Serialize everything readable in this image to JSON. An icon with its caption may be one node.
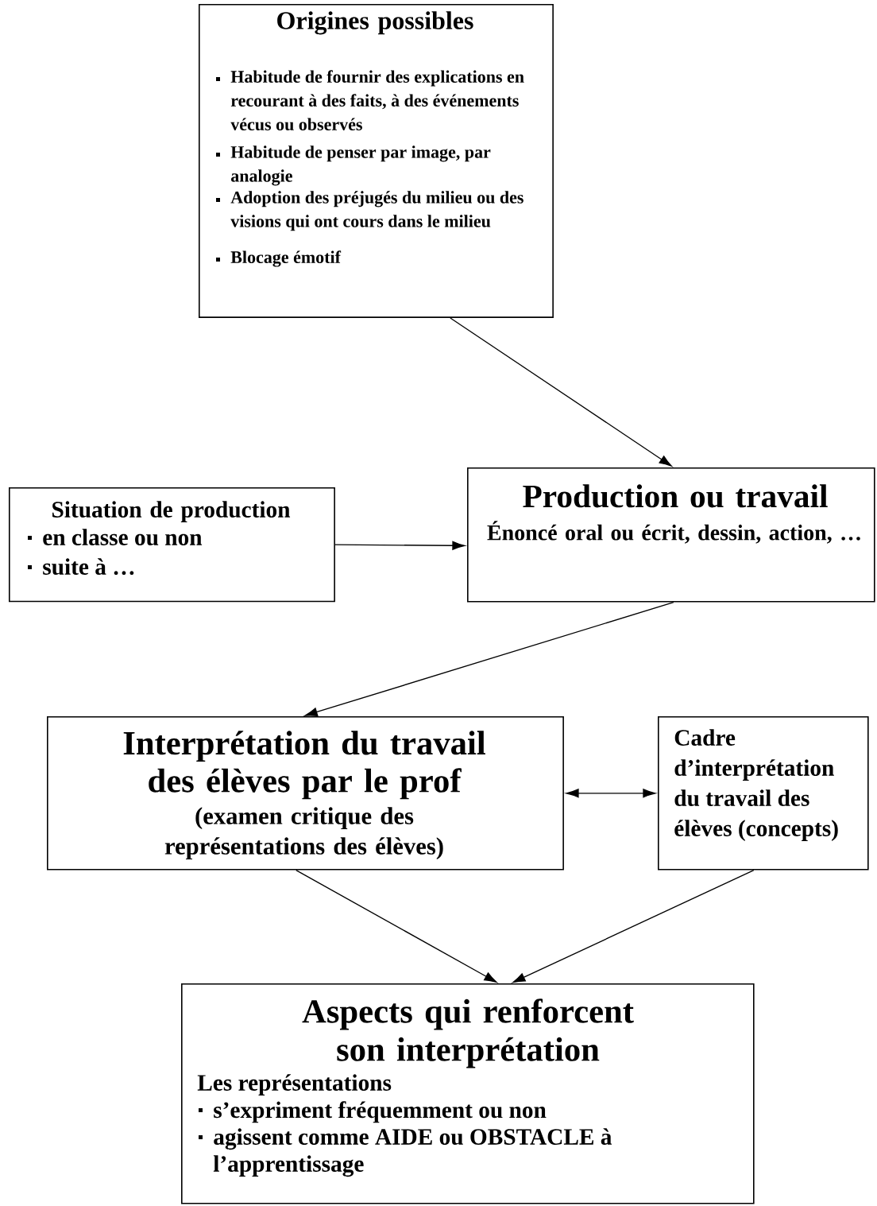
{
  "diagram": {
    "nodes": [
      {
        "text": [
          "Origines possibles",
          "Habitude de fournir des explications en recourant à des faits, à des événements vécus ou observés",
          "Habitude de penser par image, par analogie",
          "Adoption des préjugés du milieu ou des visions qui ont cours dans le milieu",
          "Blocage émotif"
        ]
      },
      {
        "text": [
          "Situation de production",
          "en classe ou non",
          "suite à …"
        ]
      },
      {
        "text": [
          "Production ou travail",
          "Énoncé oral ou écrit, dessin, action, …"
        ]
      },
      {
        "text": [
          "Interprétation du travail des élèves par le prof",
          "(examen critique des représentations des élèves)"
        ]
      },
      {
        "text": [
          "Cadre d’interprétation du travail des élèves (concepts)"
        ]
      },
      {
        "text": [
          "Aspects qui renforcent son interprétation",
          "Les représentations",
          "s’expriment fréquemment ou non",
          "agissent comme AIDE ou OBSTACLE à l’apprentissage"
        ]
      }
    ],
    "edges": [
      {
        "from": 0,
        "to": 2,
        "arrow": "to"
      },
      {
        "from": 1,
        "to": 2,
        "arrow": "to"
      },
      {
        "from": 2,
        "to": 3,
        "arrow": "to"
      },
      {
        "from": 3,
        "to": 4,
        "arrow": "both"
      },
      {
        "from": 3,
        "to": 5,
        "arrow": "to"
      },
      {
        "from": 4,
        "to": 5,
        "arrow": "to"
      }
    ]
  }
}
